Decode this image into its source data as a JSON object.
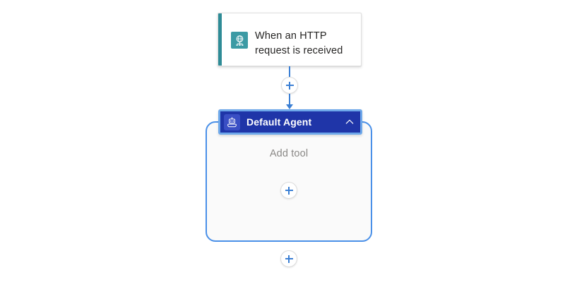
{
  "canvas": {
    "background": "#ffffff"
  },
  "trigger": {
    "title": "When an HTTP request is received",
    "title_line1": "When an HTTP",
    "title_line2": "request is received",
    "icon": "http-request-globe-icon",
    "accent_color": "#2e8b96",
    "icon_background": "#3c9aa4",
    "card_background": "#ffffff"
  },
  "connectors": {
    "top_add_button_label": "+",
    "bottom_add_button_label": "+",
    "line_color": "#3b7fd4"
  },
  "agent": {
    "title": "Default Agent",
    "icon": "robot-bot-icon",
    "header_color": "#1f35a8",
    "icon_background": "#3a4fc4",
    "selection_ring_color": "#6ea8ea",
    "group_border_color": "#4a90e8",
    "group_background": "#fafafa",
    "collapse_icon": "chevron-up-icon",
    "collapse_state": "expanded",
    "add_tool_label": "Add tool",
    "add_tool_button_label": "+"
  }
}
